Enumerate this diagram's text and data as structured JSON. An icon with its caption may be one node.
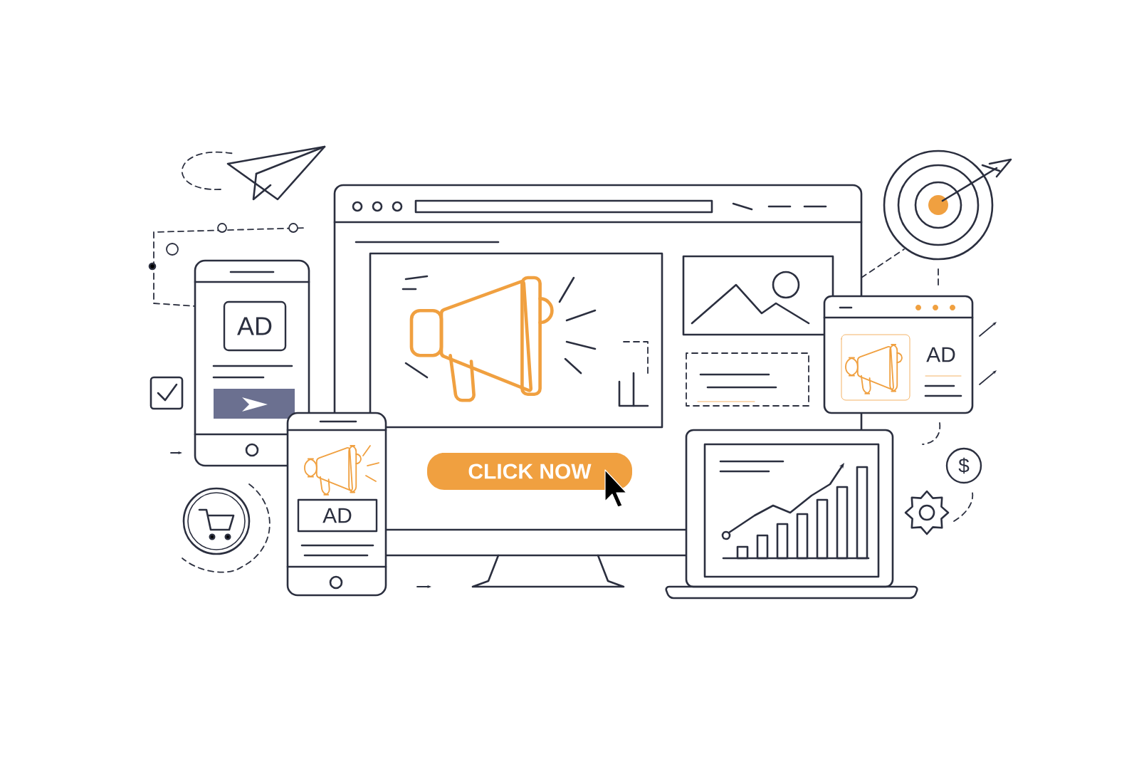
{
  "diagram": {
    "labels": [
      "AD",
      "AD",
      "CLICK NOW",
      "$",
      "AD"
    ]
  }
}
